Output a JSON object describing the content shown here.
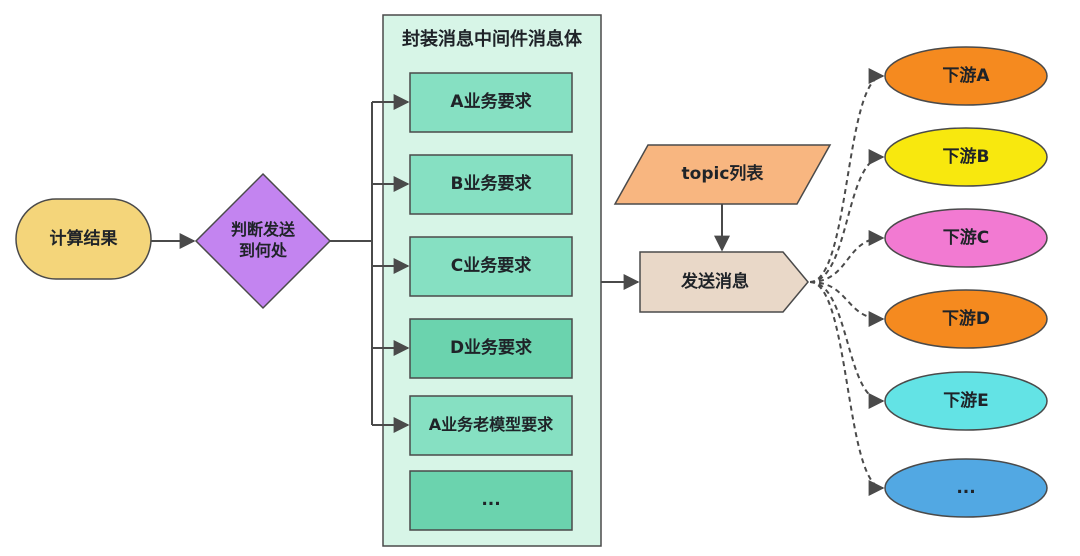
{
  "colors": {
    "start": "#F4D57A",
    "decision": "#C384F0",
    "panel_bg": "#D7F5E7",
    "box": "#86E0C2",
    "box_dark": "#6BD3AE",
    "topic": "#F8B680",
    "send": "#E9D8C8",
    "stroke": "#4a4a4a",
    "down_a": "#F58A1F",
    "down_b": "#F8E80E",
    "down_c": "#F27AD2",
    "down_d": "#F58A1F",
    "down_e": "#63E3E5",
    "down_more": "#52A8E3"
  },
  "nodes": {
    "compute": "计算结果",
    "decision": "判断发送\n到何处",
    "panel_title": "封装消息中间件消息体",
    "biz": [
      "A业务要求",
      "B业务要求",
      "C业务要求",
      "D业务要求",
      "A业务老模型要求",
      "..."
    ],
    "topic": "topic列表",
    "send": "发送消息",
    "downstream": [
      "下游A",
      "下游B",
      "下游C",
      "下游D",
      "下游E",
      "..."
    ]
  }
}
